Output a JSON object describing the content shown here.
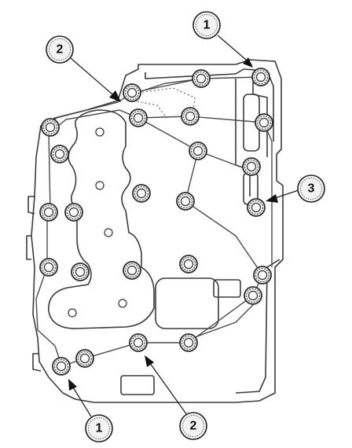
{
  "callouts": [
    {
      "id": "c1-top",
      "label": "1"
    },
    {
      "id": "c2-top",
      "label": "2"
    },
    {
      "id": "c3-right",
      "label": "3"
    },
    {
      "id": "c1-bottom",
      "label": "1"
    },
    {
      "id": "c2-bottom",
      "label": "2"
    }
  ]
}
